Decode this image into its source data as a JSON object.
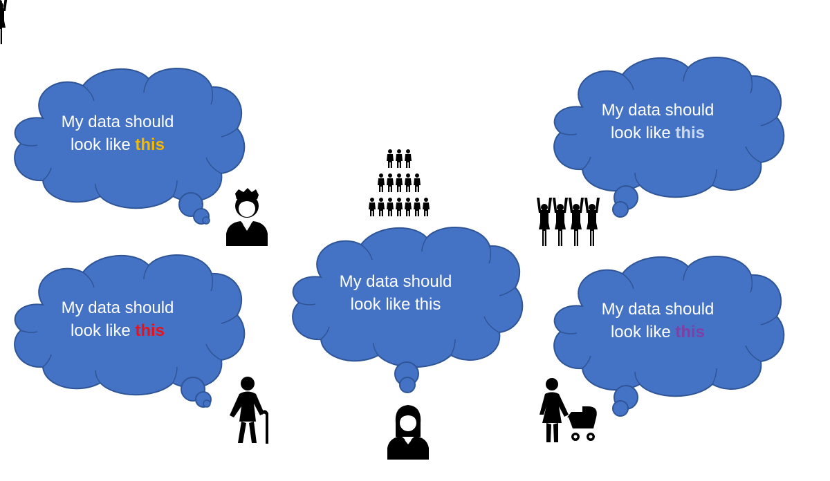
{
  "clouds": [
    {
      "line1": "My data should",
      "line2_prefix": "look like ",
      "highlight": "this",
      "highlight_color": "#F5B800"
    },
    {
      "line1": "My data should",
      "line2_prefix": "look like ",
      "highlight": "this",
      "highlight_color": "#E8121D"
    },
    {
      "line1": "My data should",
      "line2_prefix": "look like ",
      "highlight": "this",
      "highlight_color": "#ffffff"
    },
    {
      "line1": "My data should",
      "line2_prefix": "look like ",
      "highlight": "this",
      "highlight_color": "#C9D8F0"
    },
    {
      "line1": "My data should",
      "line2_prefix": "look like ",
      "highlight": "this",
      "highlight_color": "#7F3FA5"
    }
  ],
  "colors": {
    "cloud_fill": "#4472C4",
    "cloud_stroke": "#2F5597",
    "icon": "#000000"
  },
  "icons": [
    "young-man-icon",
    "elderly-woman-icon",
    "crowd-pyramid-icon",
    "woman-icon",
    "cheering-group-icon",
    "mother-with-stroller-icon"
  ]
}
